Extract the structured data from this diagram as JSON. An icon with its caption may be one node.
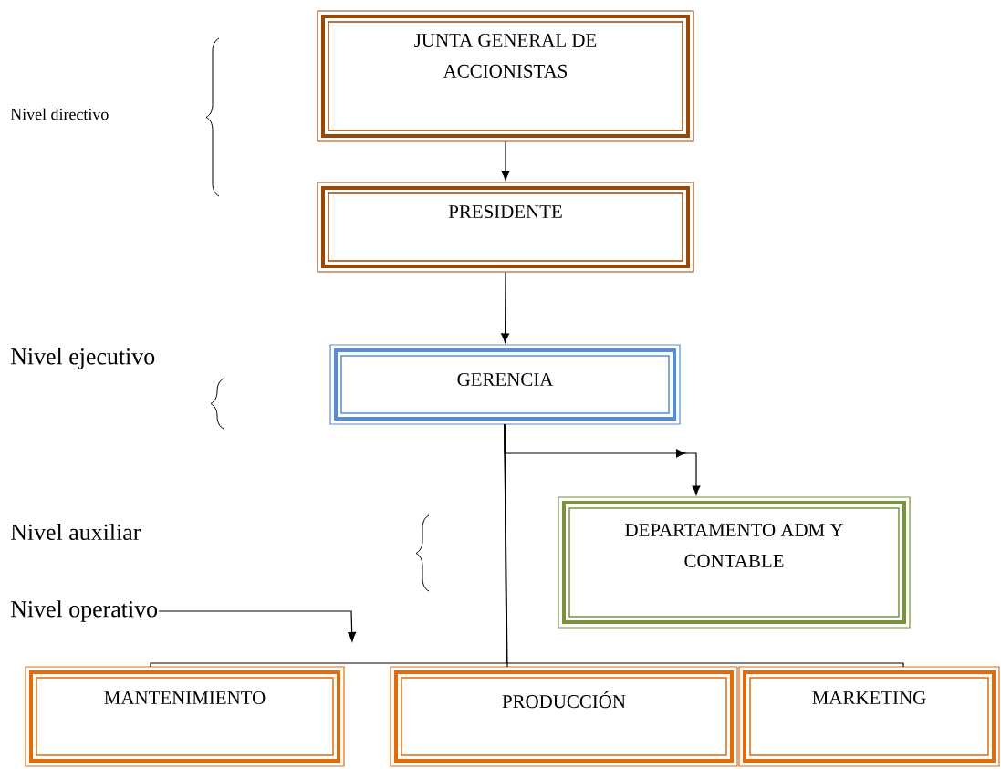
{
  "diagram": {
    "nodes": [
      {
        "text": [
          "JUNTA GENERAL DE ACCIONISTAS"
        ]
      },
      {
        "text": [
          "PRESIDENTE"
        ]
      },
      {
        "text": [
          "GERENCIA"
        ]
      },
      {
        "text": [
          "DEPARTAMENTO ADM Y CONTABLE"
        ]
      },
      {
        "text": [
          "MANTENIMIENTO"
        ]
      },
      {
        "text": [
          "PRODUCCIÓN"
        ]
      },
      {
        "text": [
          "MARKETING"
        ]
      },
      {
        "text": [
          "Nivel operativo"
        ]
      }
    ],
    "edges": [
      {
        "from": 0,
        "to": 1,
        "arrow": "to"
      },
      {
        "from": 1,
        "to": 2,
        "arrow": "to"
      },
      {
        "from": 2,
        "to": 3,
        "arrow": "to"
      },
      {
        "from": 2,
        "to": 4,
        "arrow": "none"
      },
      {
        "from": 2,
        "to": 5,
        "arrow": "none"
      },
      {
        "from": 2,
        "to": 6,
        "arrow": "none"
      },
      {
        "from": 7,
        "to": null,
        "arrow": "to"
      }
    ],
    "labels": [
      "Nivel directivo",
      "Nivel ejecutivo",
      "Nivel auxiliar"
    ]
  }
}
